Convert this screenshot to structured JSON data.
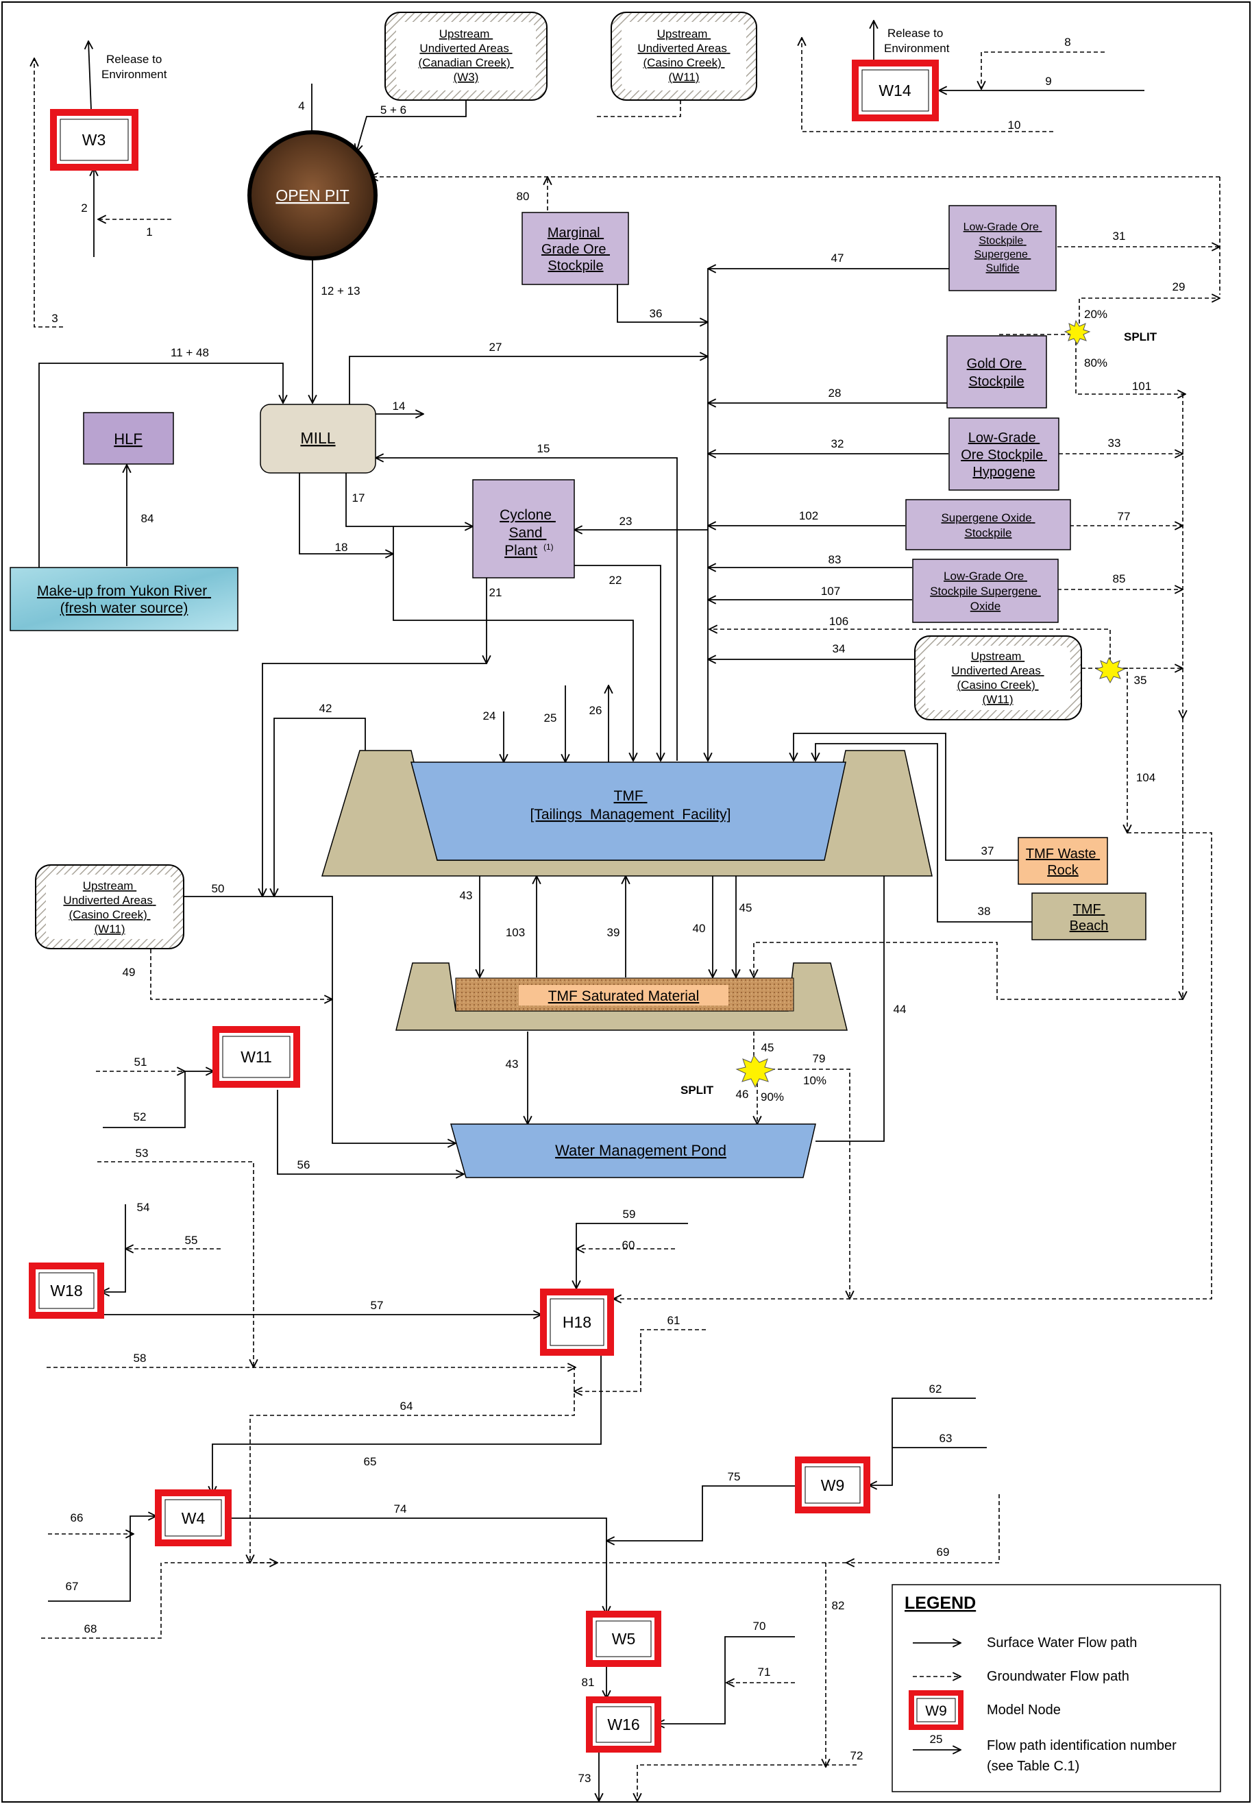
{
  "nodes": {
    "w3": "W3",
    "w14": "W14",
    "w11": "W11",
    "w18": "W18",
    "h18": "H18",
    "w4": "W4",
    "w9": "W9",
    "w5": "W5",
    "w16": "W16"
  },
  "boxes": {
    "open_pit": "OPEN PIT",
    "mill": "MILL",
    "hlf": "HLF",
    "yukon": [
      "Make-up from Yukon River",
      "(fresh water source)"
    ],
    "canadian_creek": [
      "Upstream",
      "Undiverted Areas",
      "(Canadian Creek)",
      "(W3)"
    ],
    "casino_top": [
      "Upstream",
      "Undiverted Areas",
      "(Casino Creek)",
      "(W11)"
    ],
    "casino_right": [
      "Upstream",
      "Undiverted Areas",
      "(Casino Creek)",
      "(W11)"
    ],
    "casino_left": [
      "Upstream",
      "Undiverted Areas",
      "(Casino Creek)",
      "(W11)"
    ],
    "marginal": [
      "Marginal",
      "Grade Ore",
      "Stockpile"
    ],
    "lgo_supergene_sulfide": [
      "Low-Grade Ore",
      "Stockpile",
      "Supergene",
      "Sulfide"
    ],
    "gold_ore": [
      "Gold Ore",
      "Stockpile"
    ],
    "lgo_hypogene": [
      "Low-Grade",
      "Ore Stockpile",
      "Hypogene"
    ],
    "supergene_oxide": [
      "Supergene Oxide",
      "Stockpile"
    ],
    "lgo_supergene_oxide": [
      "Low-Grade Ore",
      "Stockpile Supergene",
      "Oxide"
    ],
    "cyclone": [
      "Cyclone",
      "Sand",
      "Plant"
    ],
    "cyclone_note": "(1)",
    "tmf": [
      "TMF",
      "[Tailings_Management_Facility]"
    ],
    "tmf_waste_rock": [
      "TMF Waste",
      "Rock"
    ],
    "tmf_beach": [
      "TMF",
      "Beach"
    ],
    "tmf_saturated": "TMF Saturated Material",
    "wmp": "Water Management Pond"
  },
  "texts": {
    "release_left": [
      "Release to",
      "Environment"
    ],
    "release_right": [
      "Release to",
      "Environment"
    ],
    "split": "SPLIT",
    "split2": "SPLIT",
    "pct_20": "20%",
    "pct_80": "80%",
    "pct_10": "10%",
    "pct_90": "90%"
  },
  "flow_labels": [
    "1",
    "2",
    "3",
    "4",
    "5 + 6",
    "8",
    "9",
    "10",
    "80",
    "12 + 13",
    "11 + 48",
    "27",
    "14",
    "15",
    "17",
    "18",
    "21",
    "22",
    "23",
    "47",
    "31",
    "29",
    "36",
    "28",
    "101",
    "32",
    "33",
    "102",
    "77",
    "83",
    "85",
    "107",
    "106",
    "34",
    "35",
    "104",
    "84",
    "24",
    "25",
    "26",
    "42",
    "50",
    "49",
    "43",
    "103",
    "39",
    "40",
    "45",
    "37",
    "38",
    "44",
    "43",
    "45",
    "79",
    "46",
    "51",
    "52",
    "53",
    "56",
    "54",
    "55",
    "57",
    "58",
    "59",
    "60",
    "61",
    "64",
    "65",
    "62",
    "63",
    "75",
    "66",
    "74",
    "69",
    "67",
    "68",
    "82",
    "70",
    "71",
    "81",
    "72",
    "73"
  ],
  "legend": {
    "title": "LEGEND",
    "surface": "Surface Water Flow path",
    "ground": "Groundwater Flow path",
    "node_label": "W9",
    "node": "Model Node",
    "flow_num": "25",
    "flow_id": [
      "Flow path identification number",
      "(see Table C.1)"
    ]
  }
}
